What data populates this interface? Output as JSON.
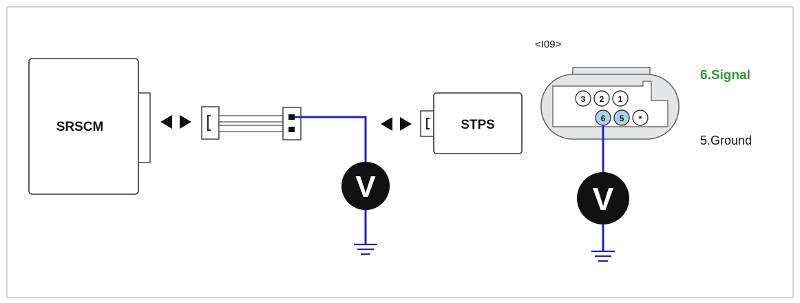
{
  "components": {
    "srscm_label": "SRSCM",
    "stps_label": "STPS"
  },
  "connector": {
    "id_label": "<I09>",
    "pins_top": [
      "3",
      "2",
      "1"
    ],
    "pins_bottom": [
      "6",
      "5",
      "*"
    ]
  },
  "legend": {
    "signal_label": "6.Signal",
    "ground_label": "5.Ground"
  },
  "meters": {
    "symbol": "V"
  },
  "colors": {
    "wire": "#1f1fd0",
    "signal_text": "#2e9a2e",
    "highlight_pin": "#a8d4e6",
    "connector_fill": "#e3e5e7"
  }
}
